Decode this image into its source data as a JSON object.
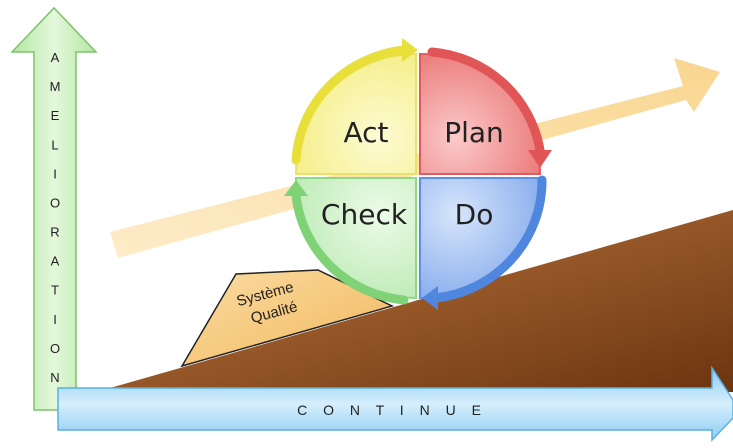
{
  "quadrants": {
    "act": "Act",
    "plan": "Plan",
    "check": "Check",
    "do": "Do"
  },
  "vertical_axis": {
    "letters": [
      "A",
      "M",
      "E",
      "L",
      "I",
      "O",
      "R",
      "A",
      "T",
      "I",
      "O",
      "N"
    ]
  },
  "horizontal_axis": {
    "label": "C O N T I N U E"
  },
  "wedge": {
    "line1": "Système",
    "line2": "Qualité"
  },
  "colors": {
    "act": "#f7f29a",
    "plan": "#ee8a8a",
    "check": "#c8efc2",
    "do": "#9bbcf2",
    "vertical_arrow": "#c8f0b8",
    "horizontal_arrow": "#a9d8f5",
    "slope": "#8a4a1f",
    "wedge": "#f7cf86",
    "background_arrow": "#fbe2a8"
  }
}
